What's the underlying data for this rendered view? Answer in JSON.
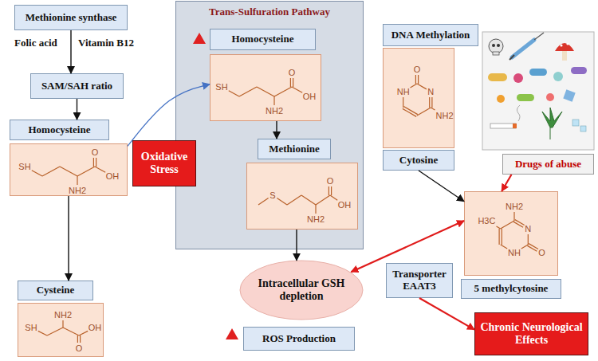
{
  "diagram": {
    "nodes": [
      {
        "text": [
          "Methionine synthase"
        ]
      },
      {
        "text": [
          "SAM/SAH ratio"
        ]
      },
      {
        "text": [
          "Homocysteine"
        ]
      },
      {
        "text": [
          "SH",
          "O",
          "OH",
          "NH2"
        ]
      },
      {
        "text": [
          "Cysteine"
        ]
      },
      {
        "text": [
          "SH",
          "NH2",
          "O",
          "OH"
        ]
      },
      {
        "text": [
          "Trans-Sulfuration Pathway"
        ]
      },
      {
        "text": [
          "Homocysteine"
        ],
        "in": 6
      },
      {
        "text": [
          "SH",
          "O",
          "OH",
          "NH2"
        ],
        "in": 6
      },
      {
        "text": [
          "Methionine"
        ],
        "in": 6
      },
      {
        "text": [
          "S",
          "O",
          "OH",
          "NH2"
        ],
        "in": 6
      },
      {
        "text": [
          "Oxidative Stress"
        ]
      },
      {
        "text": [
          "Intracellular GSH depletion"
        ]
      },
      {
        "text": [
          "ROS Production"
        ]
      },
      {
        "text": [
          "DNA Methylation"
        ]
      },
      {
        "text": [
          "O",
          "NH",
          "N",
          "NH2"
        ]
      },
      {
        "text": [
          "Cytosine"
        ]
      },
      {
        "text": [
          "Drugs of abuse"
        ]
      },
      {
        "text": [
          "NH2",
          "H3C",
          "N",
          "NH",
          "O"
        ]
      },
      {
        "text": [
          "5 methylcytosine"
        ]
      },
      {
        "text": [
          "Transporter EAAT3"
        ]
      },
      {
        "text": [
          "Chronic Neurological Effects"
        ]
      }
    ],
    "edges": [
      {
        "from": 0,
        "to": 1,
        "arrow": "to"
      },
      {
        "from": 1,
        "to": 2,
        "arrow": "to"
      },
      {
        "from": 3,
        "to": 4,
        "arrow": "to"
      },
      {
        "from": 3,
        "to": 8,
        "arrow": "to"
      },
      {
        "from": 8,
        "to": 9,
        "arrow": "to"
      },
      {
        "from": 10,
        "to": 12,
        "arrow": "to"
      },
      {
        "from": 16,
        "to": 18,
        "arrow": "to"
      },
      {
        "from": 17,
        "to": 18,
        "arrow": "to"
      },
      {
        "from": 18,
        "to": 12,
        "arrow": "both"
      },
      {
        "from": 20,
        "to": 21,
        "arrow": "to"
      }
    ],
    "labels": [
      "Folic acid",
      "Vitamin B12"
    ]
  }
}
